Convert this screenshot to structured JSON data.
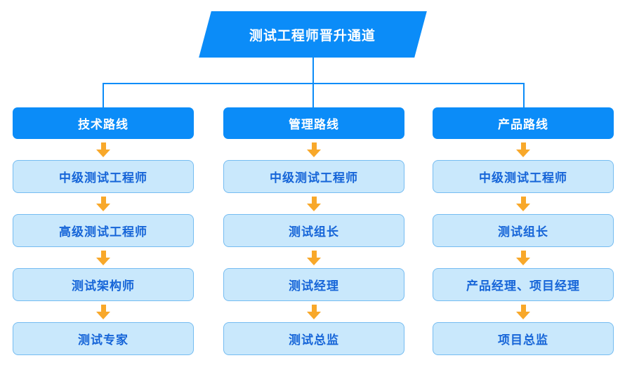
{
  "diagram": {
    "title": "测试工程师晋升通道",
    "columns": [
      {
        "header": "技术路线",
        "steps": [
          "中级测试工程师",
          "高级测试工程师",
          "测试架构师",
          "测试专家"
        ]
      },
      {
        "header": "管理路线",
        "steps": [
          "中级测试工程师",
          "测试组长",
          "测试经理",
          "测试总监"
        ]
      },
      {
        "header": "产品路线",
        "steps": [
          "中级测试工程师",
          "测试组长",
          "产品经理、项目经理",
          "项目总监"
        ]
      }
    ],
    "colors": {
      "primary_blue": "#0b8cf8",
      "step_fill": "#c9e8fc",
      "step_border": "#75bcf1",
      "step_text": "#1665d8",
      "arrow_orange": "#f8a82a",
      "background": "#ffffff"
    }
  }
}
